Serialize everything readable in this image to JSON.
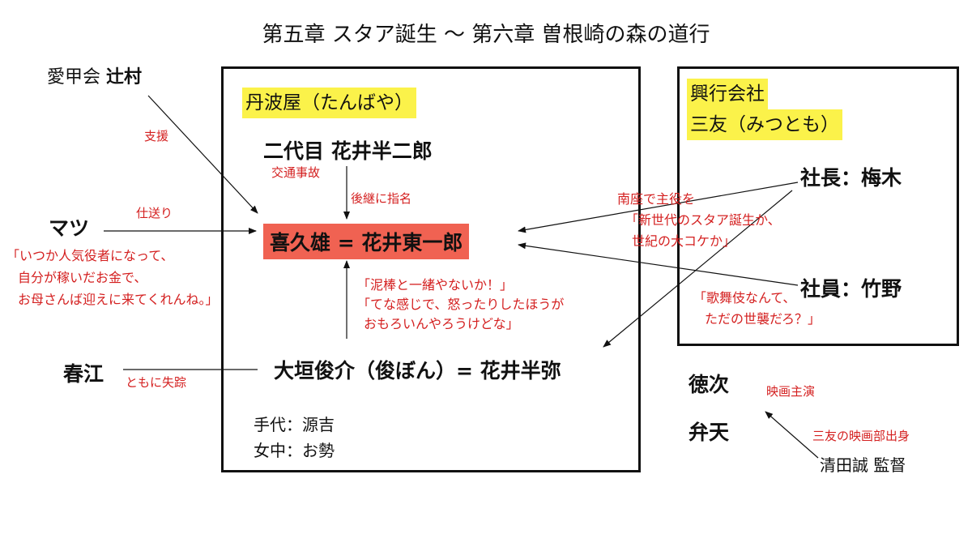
{
  "title": "第五章 スタア誕生 〜 第六章 曽根崎の森の道行",
  "aikou": {
    "prefix": "愛甲会 ",
    "name": "辻村",
    "relation": "支援"
  },
  "matsu": {
    "name": "マツ",
    "relation": "仕送り",
    "quote": [
      "「いつか人気役者になって、",
      "自分が稼いだお金で、",
      "お母さんば迎えに来てくれんね。」"
    ]
  },
  "harue": {
    "name": "春江",
    "relation": "ともに失踪"
  },
  "tanbaya": {
    "label": "丹波屋（たんばや）",
    "nidaime": "二代目 花井半二郎",
    "accident": "交通事故",
    "successor": "後継に指名",
    "kikuo": "喜久雄 = 花井東一郎",
    "quote": [
      "「泥棒と一緒やないか！」",
      "「てな感じで、怒ったりしたほうが",
      "おもろいんやろうけどな」"
    ],
    "shunsuke": "大垣俊介（俊ぼん）= 花井半弥",
    "staff": [
      "手代：源吉",
      "女中：お勢"
    ]
  },
  "mitomo": {
    "label_line1": "興行会社",
    "label_line2": "三友（みつとも）",
    "president": "社長：梅木",
    "employee": "社員：竹野",
    "president_quote": [
      "南座で主役を",
      "「新世代のスタア誕生か、",
      "世紀の大コケか」"
    ],
    "employee_quote": [
      "「歌舞伎なんて、",
      "ただの世襲だろ？」"
    ]
  },
  "film": {
    "tokuji": "徳次",
    "benten": "弁天",
    "starring": "映画主演",
    "director_origin": "三友の映画部出身",
    "director": "清田誠 監督"
  }
}
